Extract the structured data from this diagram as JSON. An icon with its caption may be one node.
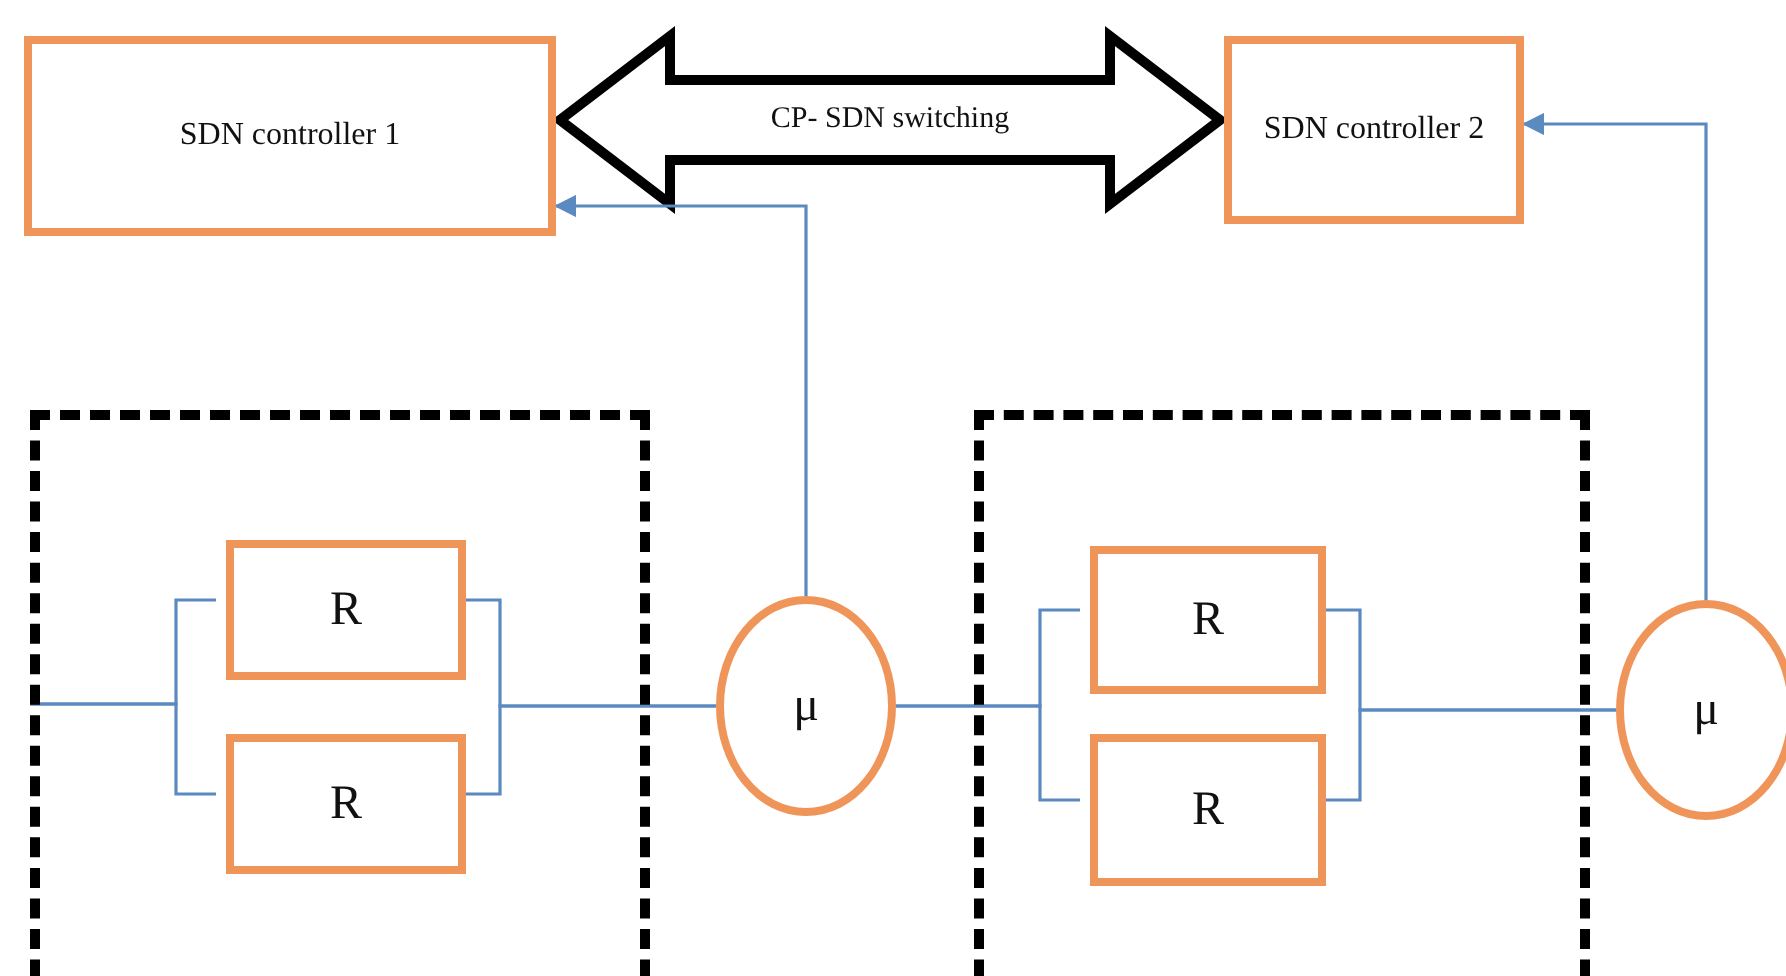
{
  "diagram": {
    "nodes": [
      {
        "text": [
          "SDN controller 1"
        ]
      },
      {
        "text": [
          "SDN controller 2"
        ]
      },
      {
        "text": [],
        "shape": "box"
      },
      {
        "text": [
          "R"
        ],
        "in": 2
      },
      {
        "text": [
          "R"
        ],
        "in": 2
      },
      {
        "text": [
          "μ"
        ]
      },
      {
        "text": [],
        "shape": "box"
      },
      {
        "text": [
          "R"
        ],
        "in": 6
      },
      {
        "text": [
          "R"
        ],
        "in": 6
      },
      {
        "text": [
          "μ"
        ]
      }
    ],
    "edges": [
      {
        "from": 0,
        "to": 1,
        "arrow": "both",
        "label": "CP- SDN switching",
        "style": "thick",
        "color": "#000000"
      },
      {
        "from": 5,
        "to": 0,
        "arrow": "to"
      },
      {
        "from": 9,
        "to": 1,
        "arrow": "to"
      },
      {
        "from": null,
        "to": 3,
        "arrow": "none"
      },
      {
        "from": null,
        "to": 4,
        "arrow": "none"
      },
      {
        "from": 3,
        "to": 5,
        "arrow": "none"
      },
      {
        "from": 4,
        "to": 5,
        "arrow": "none"
      },
      {
        "from": 5,
        "to": 7,
        "arrow": "none"
      },
      {
        "from": 5,
        "to": 8,
        "arrow": "none"
      },
      {
        "from": 7,
        "to": 9,
        "arrow": "none"
      },
      {
        "from": 8,
        "to": 9,
        "arrow": "none"
      }
    ]
  }
}
